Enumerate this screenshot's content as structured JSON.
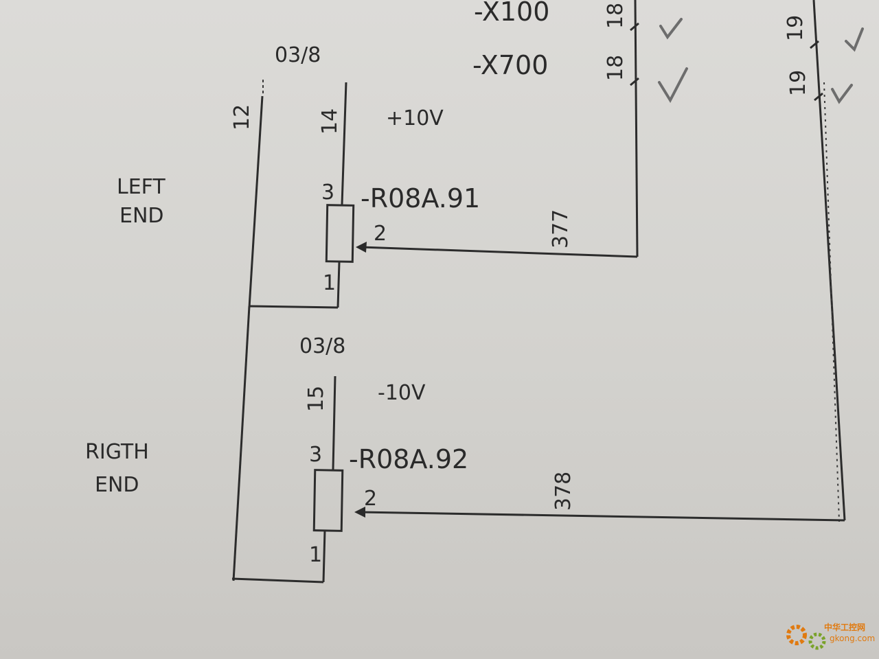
{
  "connectors": {
    "x100": "-X100",
    "x700": "-X700",
    "terminal_18_top": "18",
    "terminal_18_bottom": "18",
    "terminal_19_top": "19",
    "terminal_19_bottom": "19"
  },
  "top_pot": {
    "ref": "03/8",
    "wire_12": "12",
    "wire_14": "14",
    "voltage": "+10V",
    "designator": "-R08A.91",
    "pin3": "3",
    "pin2": "2",
    "pin1": "1",
    "wire_out": "377",
    "label_line1": "LEFT",
    "label_line2": "END"
  },
  "bottom_pot": {
    "ref": "03/8",
    "wire_15": "15",
    "voltage": "-10V",
    "designator": "-R08A.92",
    "pin3": "3",
    "pin2": "2",
    "pin1": "1",
    "wire_out": "378",
    "label_line1": "RIGTH",
    "label_line2": "END"
  },
  "watermark": {
    "site": "gkong.com",
    "name": "中华工控网"
  },
  "colors": {
    "paper": "#d6d5d2",
    "ink": "#2a2a2a",
    "watermark": "#e07a10"
  }
}
